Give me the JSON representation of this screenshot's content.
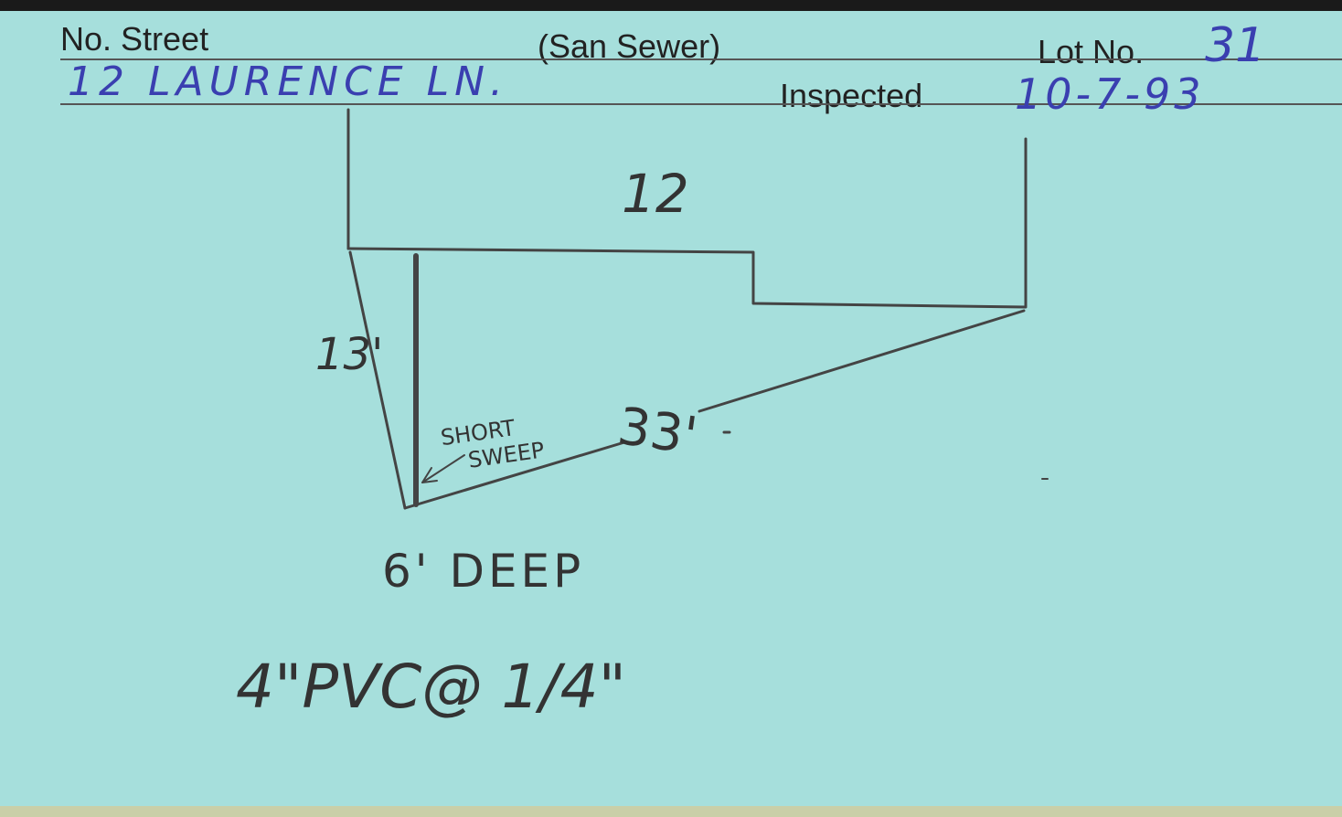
{
  "card": {
    "header": {
      "street_label": "No. Street",
      "type_label": "(San Sewer)",
      "lot_label": "Lot No.",
      "inspected_label": "Inspected"
    },
    "entries": {
      "address": "12 LAURENCE LN.",
      "lot_number": "31",
      "inspected_date": "10-7-93"
    },
    "sketch": {
      "width_label": "12",
      "left_label": "13'",
      "diagonal_label": "33'",
      "note_short_sweep_1": "SHORT",
      "note_short_sweep_2": "SWEEP",
      "depth_label": "6' DEEP",
      "pipe_label": "4\"PVC@ 1/4\""
    }
  }
}
